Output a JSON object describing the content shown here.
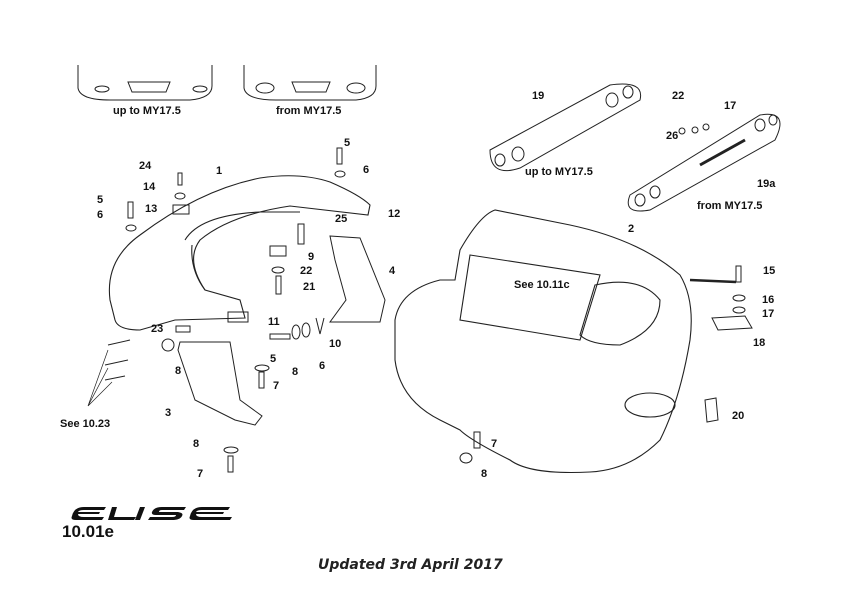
{
  "title": {
    "logo": "ELISE",
    "code": "10.01e",
    "updated": "Updated 3rd April 2017"
  },
  "variants": {
    "front_old": "up to MY17.5",
    "front_new": "from MY17.5",
    "rear_old": "up to MY17.5",
    "rear_new": "from MY17.5"
  },
  "callouts": [
    "5",
    "6",
    "24",
    "1",
    "14",
    "5",
    "13",
    "12",
    "25",
    "6",
    "9",
    "4",
    "22",
    "21",
    "11",
    "23",
    "10",
    "5",
    "8",
    "8",
    "6",
    "7",
    "3",
    "See 10.23",
    "8",
    "7",
    "19",
    "22",
    "17",
    "26",
    "19a",
    "2",
    "15",
    "See 10.11c",
    "16",
    "17",
    "18",
    "20",
    "7",
    "8"
  ]
}
